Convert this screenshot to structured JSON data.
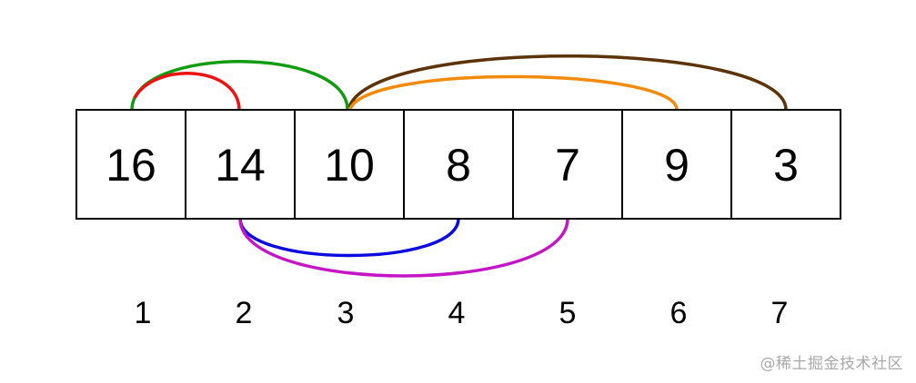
{
  "array": {
    "values": [
      "16",
      "14",
      "10",
      "8",
      "7",
      "9",
      "3"
    ],
    "indices": [
      "1",
      "2",
      "3",
      "4",
      "5",
      "6",
      "7"
    ]
  },
  "arcs_above": [
    {
      "from": 1,
      "to": 3,
      "color": "#119b11"
    },
    {
      "from": 1,
      "to": 2,
      "color": "#ee1111"
    },
    {
      "from": 3,
      "to": 7,
      "color": "#5c3306"
    },
    {
      "from": 3,
      "to": 6,
      "color": "#f28a0c"
    }
  ],
  "arcs_below": [
    {
      "from": 2,
      "to": 4,
      "color": "#0a0ae0"
    },
    {
      "from": 2,
      "to": 5,
      "color": "#c416c4"
    }
  ],
  "watermark": "@稀土掘金技术社区"
}
